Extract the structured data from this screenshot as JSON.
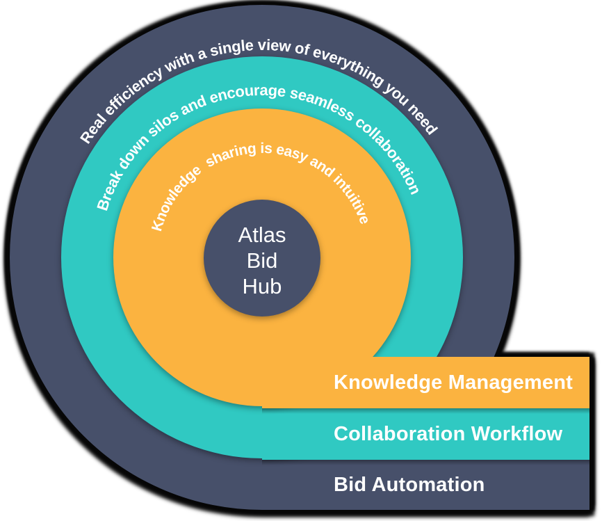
{
  "palette": {
    "navy": "#47506A",
    "teal": "#30C9C2",
    "orange": "#FBB340",
    "text": "#FFFFFF",
    "outline": "#070707"
  },
  "hub": {
    "lines": [
      "Atlas",
      "Bid",
      "Hub"
    ]
  },
  "arcs": {
    "outer": "Real efficiency with a single view of everything you need",
    "middle": "Break down silos and encourage seamless collaboration",
    "inner": "Knowledge  sharing is easy and intuitive"
  },
  "bars": [
    {
      "label": "Knowledge Management",
      "color": "#FBB340"
    },
    {
      "label": "Collaboration Workflow",
      "color": "#30C9C2"
    },
    {
      "label": "Bid Automation",
      "color": "#47506A"
    }
  ]
}
